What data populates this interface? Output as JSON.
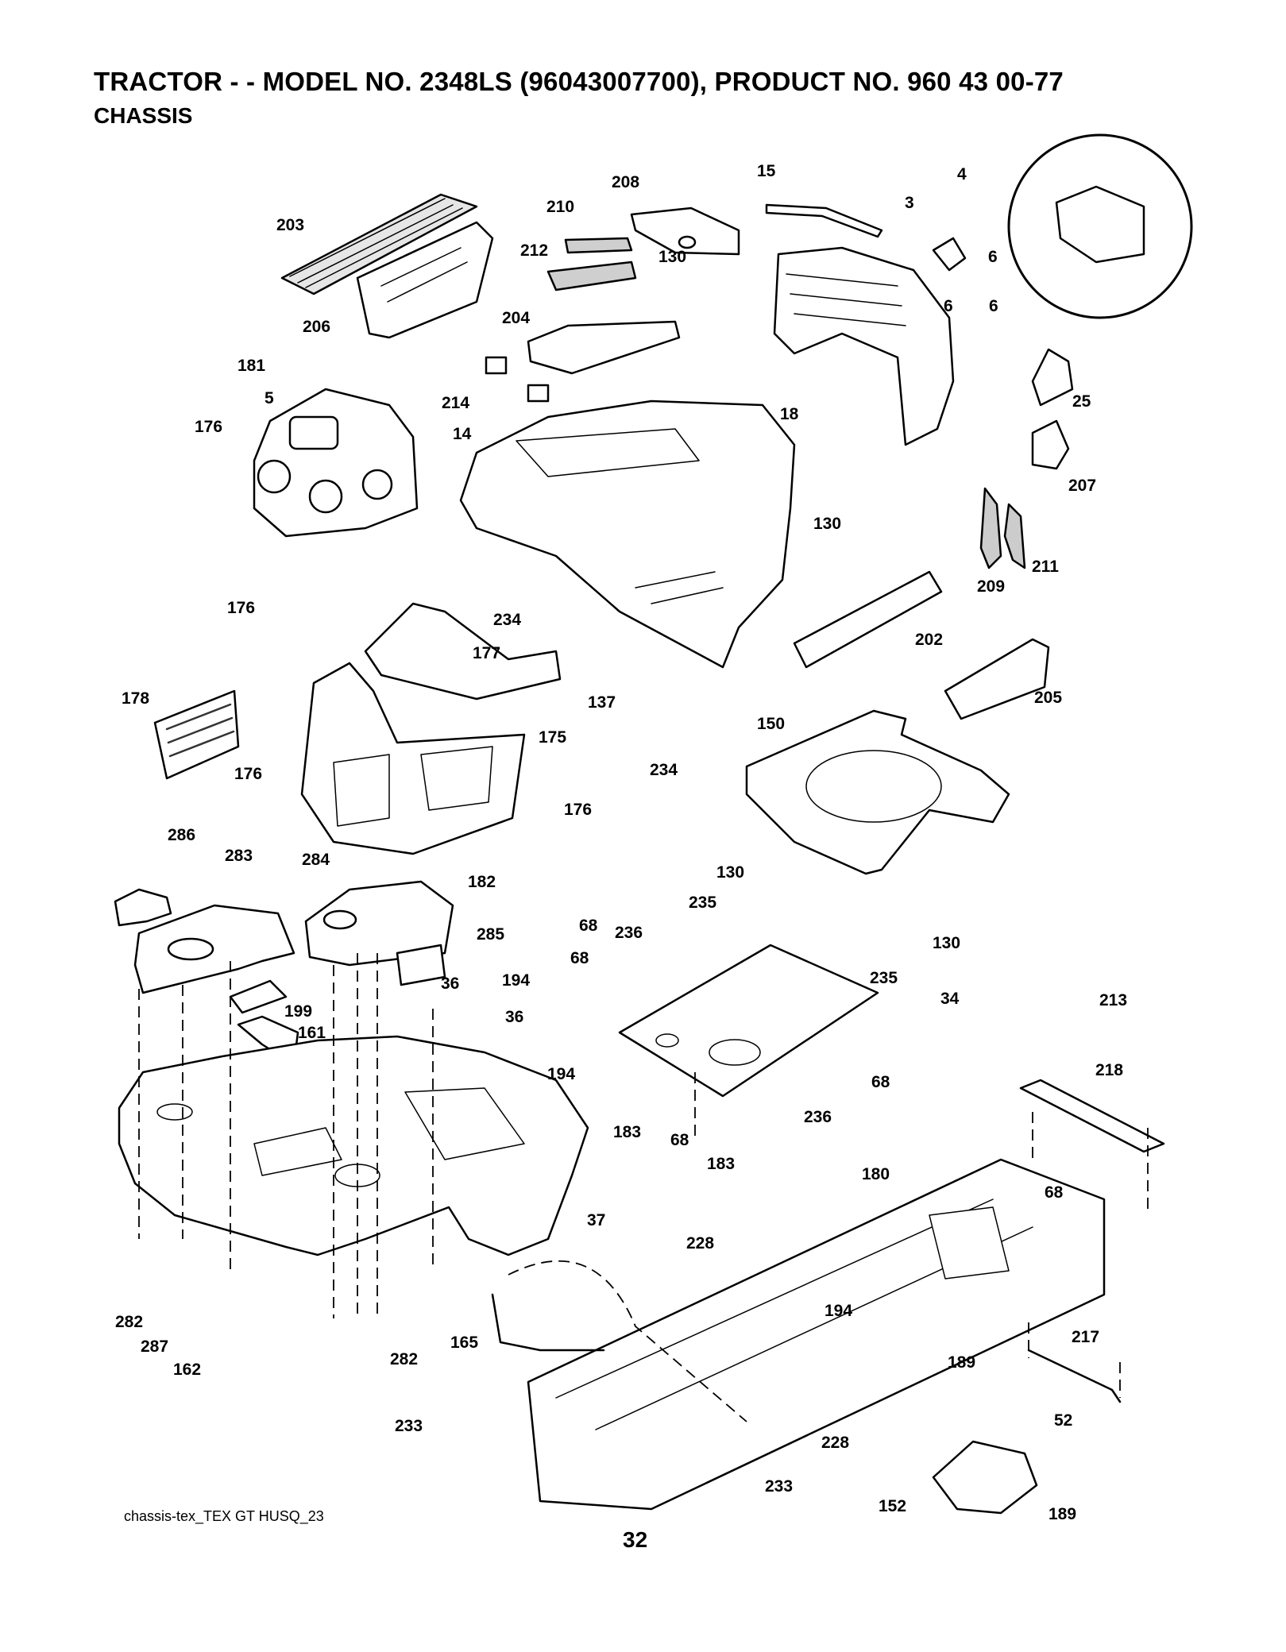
{
  "header": {
    "title": "TRACTOR -  - MODEL NO. 2348LS (96043007700), PRODUCT NO. 960 43 00-77",
    "subtitle": "CHASSIS"
  },
  "callouts": [
    "203",
    "206",
    "210",
    "212",
    "208",
    "15",
    "3",
    "4",
    "6",
    "6",
    "6",
    "181",
    "5",
    "176",
    "214",
    "204",
    "14",
    "130",
    "18",
    "25",
    "207",
    "130",
    "176",
    "234",
    "137",
    "202",
    "209",
    "211",
    "177",
    "175",
    "178",
    "176",
    "176",
    "234",
    "150",
    "205",
    "130",
    "130",
    "286",
    "283",
    "284",
    "285",
    "182",
    "199",
    "161",
    "36",
    "194",
    "36",
    "194",
    "235",
    "236",
    "68",
    "68",
    "235",
    "34",
    "213",
    "218",
    "183",
    "68",
    "236",
    "68",
    "183",
    "180",
    "68",
    "37",
    "228",
    "194",
    "217",
    "165",
    "189",
    "52",
    "282",
    "287",
    "162",
    "282",
    "233",
    "228",
    "233",
    "152",
    "189"
  ],
  "footer": {
    "reference": "chassis-tex_TEX GT HUSQ_23",
    "page_number": "32"
  },
  "colors": {
    "line": "#000000",
    "fill": "#ffffff",
    "shade": "#d9d9d9"
  }
}
